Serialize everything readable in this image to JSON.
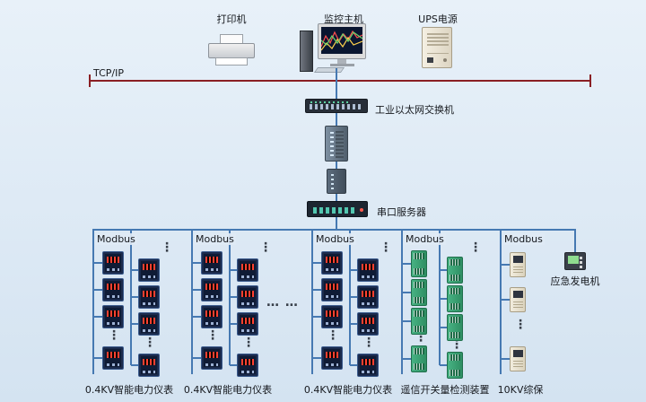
{
  "labels": {
    "printer": "打印机",
    "host": "监控主机",
    "ups": "UPS电源",
    "tcp": "TCP/IP",
    "switch": "工业以太网交换机",
    "serial_server": "串口服务器",
    "modbus": "Modbus",
    "generator": "应急发电机",
    "ellipsis_h": "… …",
    "ellipsis_v": "⋮"
  },
  "groups": [
    {
      "label": "0.4KV智能电力仪表"
    },
    {
      "label": "0.4KV智能电力仪表"
    },
    {
      "label": "0.4KV智能电力仪表"
    },
    {
      "label": "遥信开关量检测装置"
    },
    {
      "label": "10KV综保"
    }
  ],
  "colors": {
    "background": "#dce8f4",
    "tcp_bus": "#8a1f24",
    "modbus_bus": "#4679b2",
    "meter_display": "#ff4030",
    "io_module": "#3aa878",
    "protection_device": "#e8e1cd"
  }
}
